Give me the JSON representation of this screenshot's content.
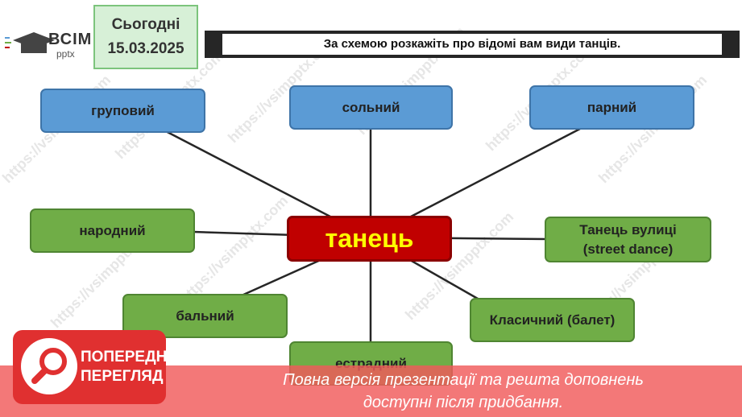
{
  "logo": {
    "name": "ВСІМ",
    "sub": "pptx"
  },
  "date": {
    "label": "Сьогодні",
    "value": "15.03.2025"
  },
  "header": {
    "title": "За схемою розкажіть про відомі вам види танців."
  },
  "center": {
    "label": "танець"
  },
  "nodes": {
    "group": "груповий",
    "solo": "сольний",
    "pair": "парний",
    "folk": "народний",
    "street_l1": "Танець вулиці",
    "street_l2": "(street dance)",
    "ballroom": "бальний",
    "classic": "Класичний (балет)",
    "pop": "естрадний"
  },
  "colors": {
    "blue": "#5b9bd5",
    "green": "#70ad47",
    "center": "#c00000",
    "center_text": "#ffff00"
  },
  "promo": {
    "badge_l1": "ПОПЕРЕДНІЙ",
    "badge_l2": "ПЕРЕГЛЯД",
    "text_l1": "Повна версія презентації та решта доповнень",
    "text_l2": "доступні після придбання."
  },
  "watermark": "https://vsimpptx.com"
}
